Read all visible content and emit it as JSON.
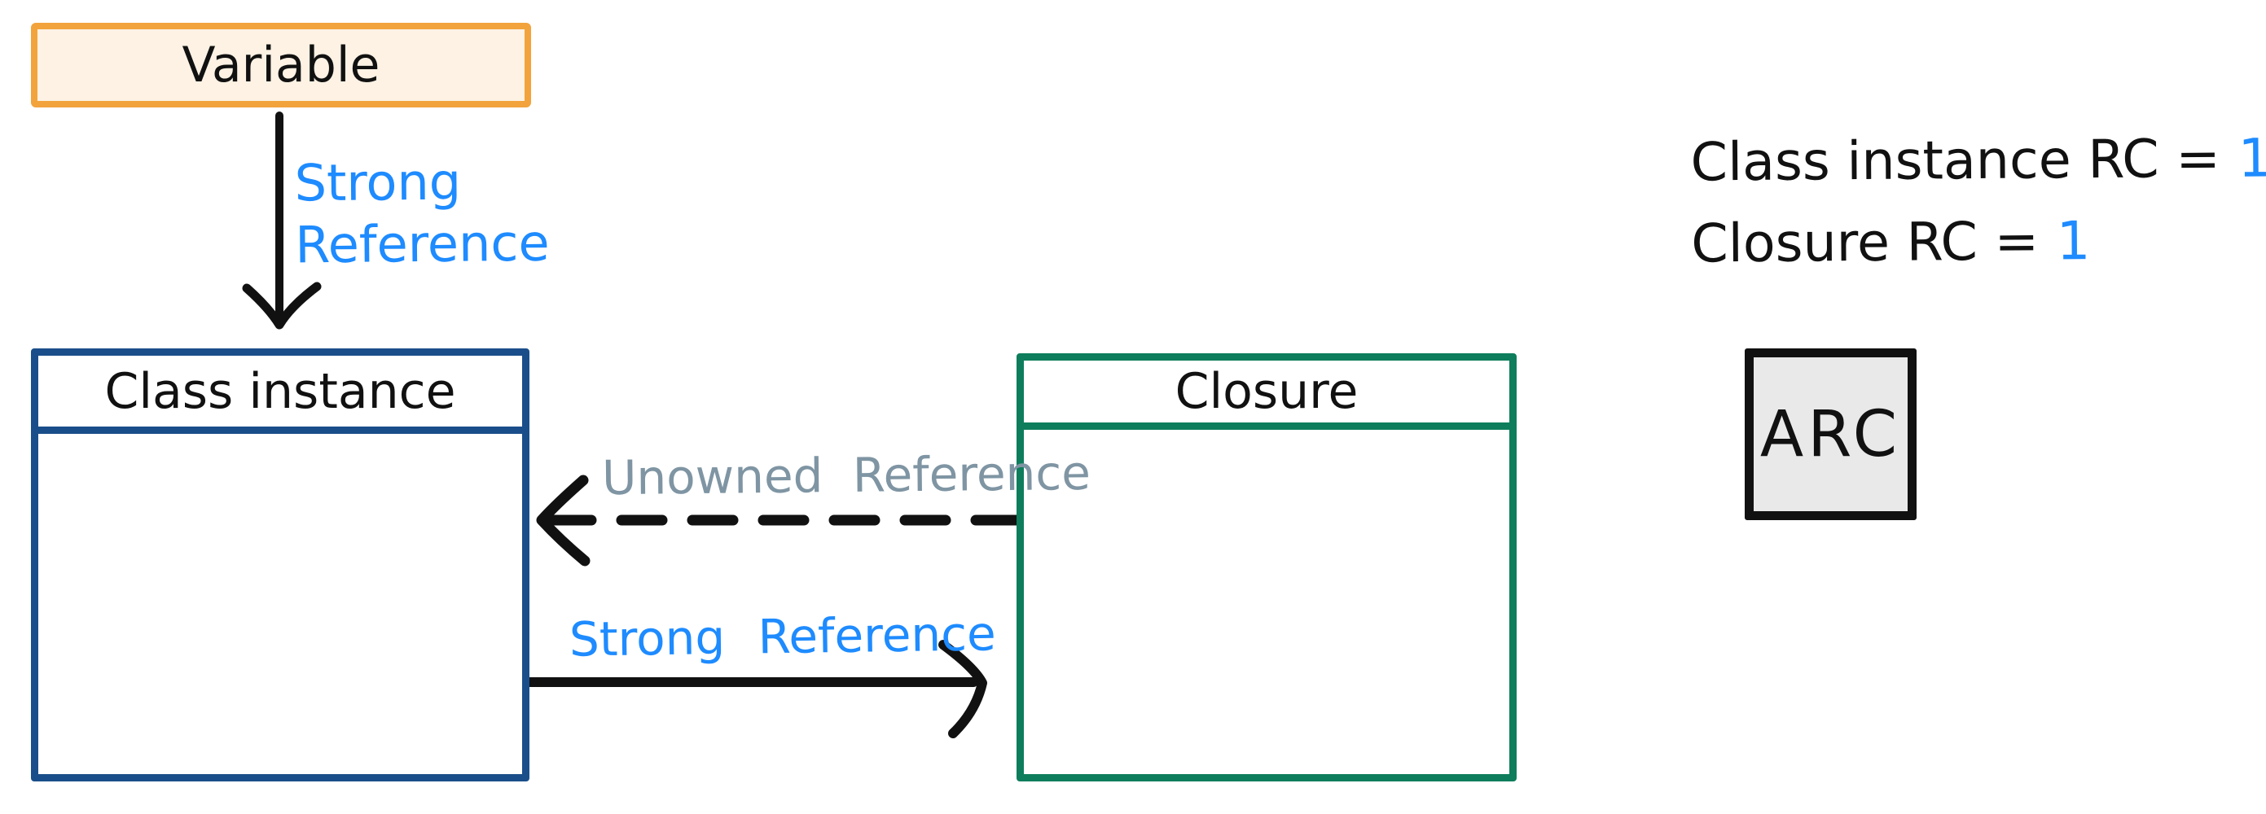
{
  "colors": {
    "orange": "#f2a33c",
    "peach_fill": "#fdf2e4",
    "blue": "#1e8bff",
    "dark_blue": "#1a4e8a",
    "green": "#0e7d5b",
    "slate_gray": "#7f95a3",
    "gray_fill": "#e9e9e9",
    "ink": "#111111"
  },
  "variable_box": {
    "label": "Variable"
  },
  "class_instance_box": {
    "title": "Class instance"
  },
  "closure_box": {
    "title": "Closure"
  },
  "arrows": {
    "variable_to_class": {
      "style": "solid",
      "label_line1": "Strong",
      "label_line2": "Reference"
    },
    "closure_to_class": {
      "style": "dashed",
      "label": "Unowned Reference"
    },
    "class_to_closure": {
      "style": "solid",
      "label": "Strong Reference"
    }
  },
  "annotations": {
    "rc_lines": [
      {
        "label": "Class instance RC =",
        "value": "1"
      },
      {
        "label": "Closure RC =",
        "value": "1"
      }
    ],
    "arc_box": {
      "label": "ARC"
    }
  }
}
